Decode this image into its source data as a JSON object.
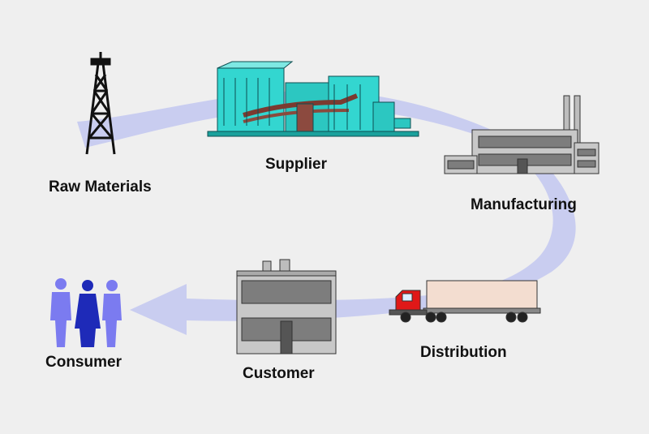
{
  "stages": {
    "raw_materials": "Raw Materials",
    "supplier": "Supplier",
    "manufacturing": "Manufacturing",
    "distribution": "Distribution",
    "customer": "Customer",
    "consumer": "Consumer"
  },
  "colors": {
    "background": "#efefef",
    "flow_arrow": "#c9cdf0",
    "supplier_teal": "#33d6d0",
    "factory_gray": "#c8c8c8",
    "truck_cab": "#e01818",
    "trailer": "#f3ddd0",
    "consumer_light": "#7b7bf0",
    "consumer_dark": "#1e2ab8"
  },
  "icons": [
    "oil-derrick-icon",
    "industrial-plant-icon",
    "factory-icon",
    "semi-truck-icon",
    "store-building-icon",
    "people-icon"
  ]
}
